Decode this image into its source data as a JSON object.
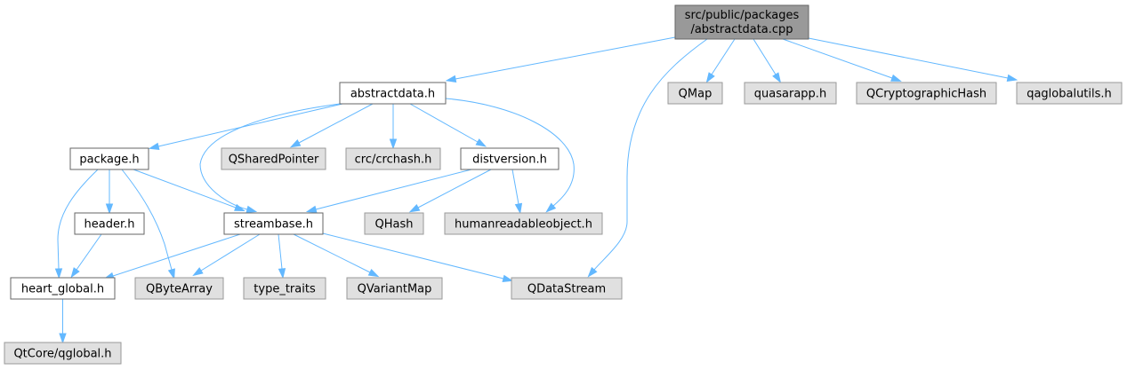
{
  "colors": {
    "edge": "#63b8ff",
    "root_fill": "#999999",
    "doc_fill": "#ffffff",
    "external_fill": "#e0e0e0"
  },
  "nodes": {
    "root": {
      "lines": [
        "src/public/packages",
        "/abstractdata.cpp"
      ]
    },
    "abstractdata": {
      "lines": [
        "abstractdata.h"
      ]
    },
    "qmap": {
      "lines": [
        "QMap"
      ]
    },
    "quasarapp": {
      "lines": [
        "quasarapp.h"
      ]
    },
    "qcryptographichash": {
      "lines": [
        "QCryptographicHash"
      ]
    },
    "qaglobalutils": {
      "lines": [
        "qaglobalutils.h"
      ]
    },
    "package": {
      "lines": [
        "package.h"
      ]
    },
    "qsharedpointer": {
      "lines": [
        "QSharedPointer"
      ]
    },
    "crchash": {
      "lines": [
        "crc/crchash.h"
      ]
    },
    "distversion": {
      "lines": [
        "distversion.h"
      ]
    },
    "header": {
      "lines": [
        "header.h"
      ]
    },
    "streambase": {
      "lines": [
        "streambase.h"
      ]
    },
    "qhash": {
      "lines": [
        "QHash"
      ]
    },
    "humanreadableobject": {
      "lines": [
        "humanreadableobject.h"
      ]
    },
    "heart_global": {
      "lines": [
        "heart_global.h"
      ]
    },
    "qbytearray": {
      "lines": [
        "QByteArray"
      ]
    },
    "type_traits": {
      "lines": [
        "type_traits"
      ]
    },
    "qvariantmap": {
      "lines": [
        "QVariantMap"
      ]
    },
    "qdatastream": {
      "lines": [
        "QDataStream"
      ]
    },
    "qglobal": {
      "lines": [
        "QtCore/qglobal.h"
      ]
    }
  },
  "edges": [
    {
      "from": "root",
      "to": "abstractdata"
    },
    {
      "from": "root",
      "to": "qmap"
    },
    {
      "from": "root",
      "to": "quasarapp"
    },
    {
      "from": "root",
      "to": "qcryptographichash"
    },
    {
      "from": "root",
      "to": "qaglobalutils"
    },
    {
      "from": "root",
      "to": "qdatastream"
    },
    {
      "from": "abstractdata",
      "to": "package"
    },
    {
      "from": "abstractdata",
      "to": "streambase"
    },
    {
      "from": "abstractdata",
      "to": "qsharedpointer"
    },
    {
      "from": "abstractdata",
      "to": "crchash"
    },
    {
      "from": "abstractdata",
      "to": "distversion"
    },
    {
      "from": "abstractdata",
      "to": "humanreadableobject"
    },
    {
      "from": "package",
      "to": "header"
    },
    {
      "from": "package",
      "to": "streambase"
    },
    {
      "from": "package",
      "to": "heart_global"
    },
    {
      "from": "package",
      "to": "qbytearray"
    },
    {
      "from": "distversion",
      "to": "streambase"
    },
    {
      "from": "distversion",
      "to": "qhash"
    },
    {
      "from": "distversion",
      "to": "humanreadableobject"
    },
    {
      "from": "header",
      "to": "heart_global"
    },
    {
      "from": "streambase",
      "to": "heart_global"
    },
    {
      "from": "streambase",
      "to": "qbytearray"
    },
    {
      "from": "streambase",
      "to": "type_traits"
    },
    {
      "from": "streambase",
      "to": "qvariantmap"
    },
    {
      "from": "streambase",
      "to": "qdatastream"
    },
    {
      "from": "heart_global",
      "to": "qglobal"
    }
  ]
}
